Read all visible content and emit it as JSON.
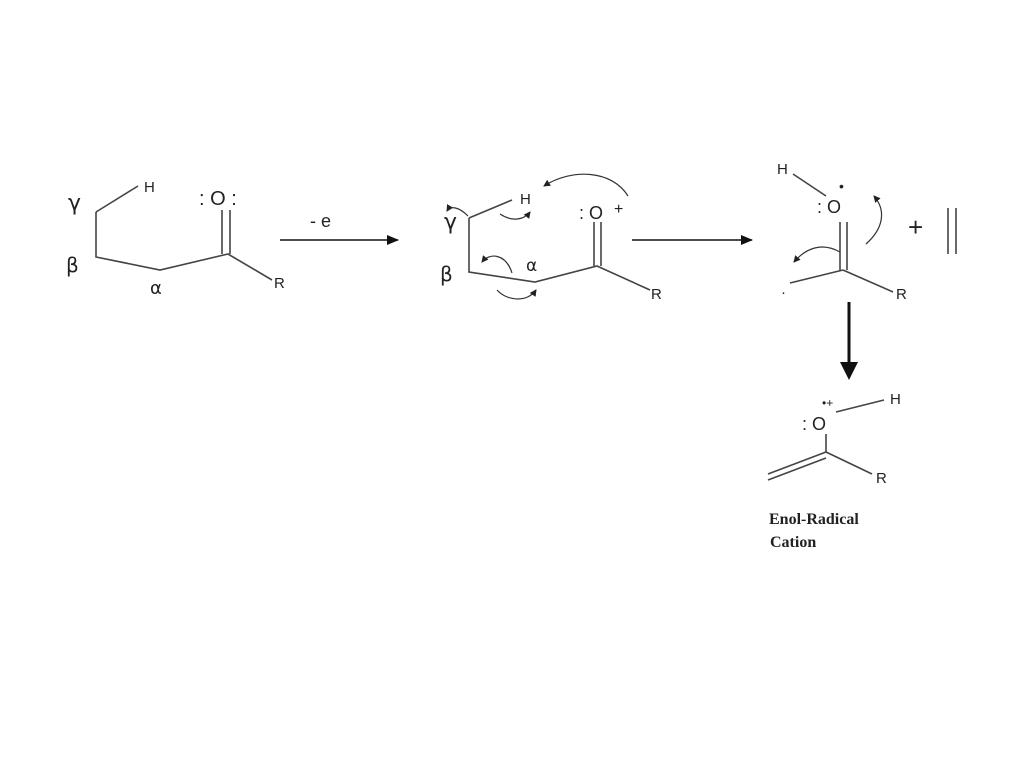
{
  "colors": {
    "ink": "#222222",
    "background": "#ffffff"
  },
  "structure1": {
    "gamma": "γ",
    "beta": "β",
    "alpha": "α",
    "hydrogen": "H",
    "oxygen": ": O :",
    "r_group": "R"
  },
  "arrow1": {
    "label": "- e"
  },
  "structure2": {
    "gamma": "γ",
    "beta": "β",
    "alpha": "α",
    "hydrogen": "H",
    "oxygen": ": O",
    "charge": "+",
    "r_group": "R"
  },
  "structure3": {
    "hydrogen": "H",
    "oxygen": ": O",
    "radical_dot": "•",
    "r_group": "R",
    "left_dot": "·",
    "plus": "+"
  },
  "product": {
    "oxygen": ": O",
    "charge": "•+",
    "hydrogen": "H",
    "r_group": "R",
    "caption_line1": "Enol-Radical",
    "caption_line2": "Cation"
  }
}
